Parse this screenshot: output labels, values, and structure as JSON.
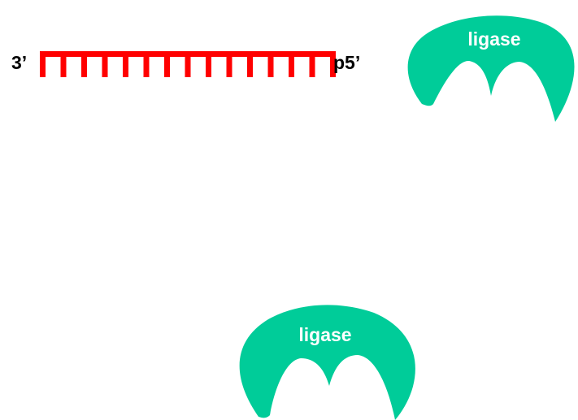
{
  "dna_strand": {
    "left_end_label": "3’",
    "right_end_label": "p5’",
    "color": "#ff0000",
    "base_count": 15
  },
  "enzymes": [
    {
      "label": "ligase",
      "color": "#00cc99",
      "text_color": "#ffffff"
    },
    {
      "label": "ligase",
      "color": "#00cc99",
      "text_color": "#ffffff"
    }
  ]
}
